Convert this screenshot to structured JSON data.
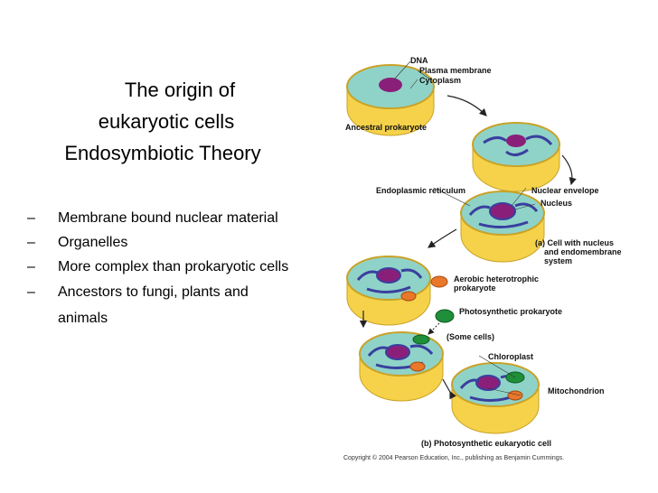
{
  "title": {
    "line1": "The origin of",
    "line2": "eukaryotic cells",
    "line3": "Endosymbiotic Theory"
  },
  "bullets": [
    {
      "dash": "–",
      "text": "Membrane bound nuclear material"
    },
    {
      "dash": "–",
      "text": "Organelles"
    },
    {
      "dash": "–",
      "text": "More complex than prokaryotic cells"
    },
    {
      "dash": "–",
      "text": "Ancestors to fungi, plants and animals"
    }
  ],
  "figure": {
    "labels": {
      "dna": "DNA",
      "plasma_membrane": "Plasma membrane",
      "cytoplasm": "Cytoplasm",
      "ancestral_prokaryote": "Ancestral prokaryote",
      "endoplasmic_reticulum": "Endoplasmic reticulum",
      "nuclear_envelope": "Nuclear envelope",
      "nucleus": "Nucleus",
      "cell_with_nucleus_1": "(a) Cell with nucleus",
      "cell_with_nucleus_2": "and endomembrane",
      "cell_with_nucleus_3": "system",
      "aerobic_1": "Aerobic heterotrophic",
      "aerobic_2": "prokaryote",
      "photosynthetic_prokaryote": "Photosynthetic prokaryote",
      "some_cells": "(Some cells)",
      "chloroplast": "Chloroplast",
      "mitochondrion": "Mitochondrion",
      "photosynthetic_eukaryote": "(b) Photosynthetic eukaryotic cell",
      "copyright": "Copyright © 2004 Pearson Education, Inc., publishing as Benjamin Cummings."
    },
    "colors": {
      "cytoplasm": "#8fd3c8",
      "cell_outer": "#f5d24a",
      "cell_inner": "#f9e98a",
      "nucleus": "#8a1f7a",
      "er": "#3a3f9e",
      "mitochondrion": "#e8782a",
      "chloroplast": "#1f8f3a"
    }
  }
}
